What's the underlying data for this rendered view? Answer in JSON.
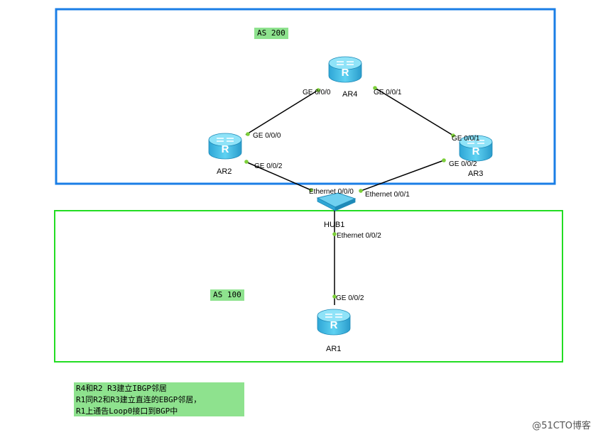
{
  "as_labels": {
    "as200": "AS 200",
    "as100": "AS 100"
  },
  "devices": {
    "ar1": "AR1",
    "ar2": "AR2",
    "ar3": "AR3",
    "ar4": "AR4",
    "hub1": "HUB1"
  },
  "ports": {
    "ar4_ge000": "GE 0/0/0",
    "ar4_ge001": "GE 0/0/1",
    "ar2_ge000": "GE 0/0/0",
    "ar2_ge002": "GE 0/0/2",
    "ar3_ge001": "GE 0/0/1",
    "ar3_ge002": "GE 0/0/2",
    "hub_eth000": "Ethernet 0/0/0",
    "hub_eth001": "Ethernet 0/0/1",
    "hub_eth002": "Ethernet 0/0/2",
    "ar1_ge002": "GE 0/0/2"
  },
  "note": [
    "R4和R2 R3建立IBGP邻居",
    "R1同R2和R3建立直连的EBGP邻居，",
    "R1上通告Loop0接口到BGP中"
  ],
  "watermark": "@51CTO博客",
  "colors": {
    "as200_border": "#1a7ee6",
    "as100_border": "#22dd22",
    "tag_bg": "#8ee28e",
    "port_dot": "#7ccf3a",
    "router": "#3fbfe6"
  }
}
